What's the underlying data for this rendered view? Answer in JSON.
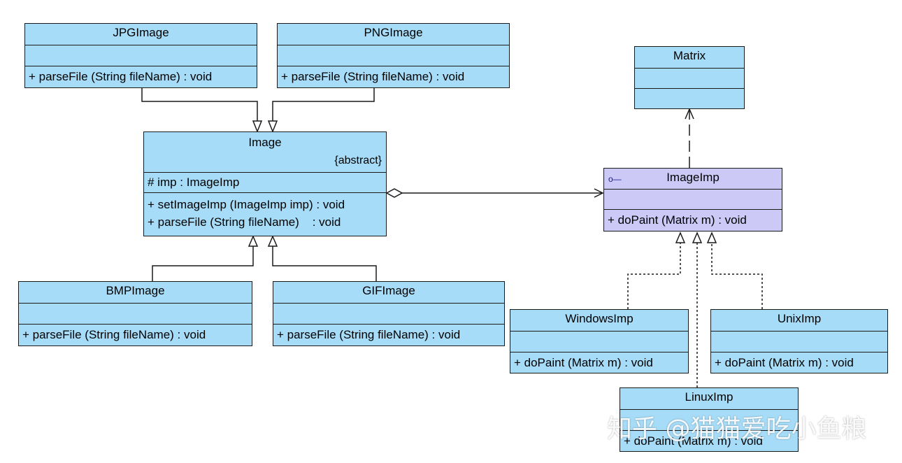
{
  "classes": {
    "jpg": {
      "name": "JPGImage",
      "methods": [
        "+ parseFile (String fileName) : void"
      ]
    },
    "png": {
      "name": "PNGImage",
      "methods": [
        "+ parseFile (String fileName) : void"
      ]
    },
    "image": {
      "name": "Image",
      "stereotype": "{abstract}",
      "attributes": [
        "# imp : ImageImp"
      ],
      "methods": [
        "+ setImageImp (ImageImp imp) : void",
        "+ parseFile (String fileName)    : void"
      ]
    },
    "bmp": {
      "name": "BMPImage",
      "methods": [
        "+ parseFile (String fileName) : void"
      ]
    },
    "gif": {
      "name": "GIFImage",
      "methods": [
        "+ parseFile (String fileName) : void"
      ]
    },
    "matrix": {
      "name": "Matrix"
    },
    "imageimp": {
      "name": "ImageImp",
      "methods": [
        "+ doPaint (Matrix m) : void"
      ]
    },
    "windows": {
      "name": "WindowsImp",
      "methods": [
        "+ doPaint (Matrix m) : void"
      ]
    },
    "unix": {
      "name": "UnixImp",
      "methods": [
        "+ doPaint (Matrix m) : void"
      ]
    },
    "linux": {
      "name": "LinuxImp",
      "methods": [
        "+ doPaint (Matrix m) : void"
      ]
    }
  },
  "colors": {
    "class_fill": "#a6dcf7",
    "interface_fill": "#ccc9f7",
    "line": "#1a1a1a"
  },
  "watermark": "知乎 @猫猫爱吃小鱼粮"
}
